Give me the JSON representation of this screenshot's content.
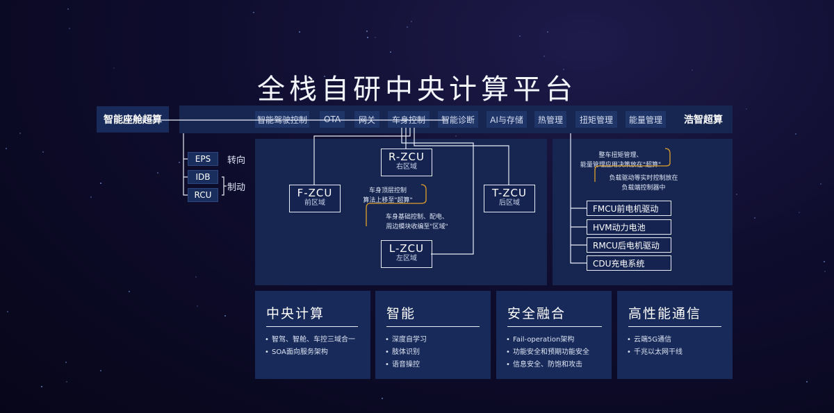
{
  "title": "全栈自研中央计算平台",
  "left_label": "智能座舱超算",
  "right_label": "浩智超算",
  "tabs": [
    "智能驾驶控制",
    "OTA",
    "网关",
    "车身控制",
    "智能诊断",
    "AI与存储",
    "热管理",
    "扭矩管理",
    "能量管理"
  ],
  "chassis": {
    "items": [
      "EPS",
      "IDB",
      "RCU"
    ],
    "steering": "转向",
    "braking": "制动"
  },
  "zcu": {
    "front": {
      "name": "F-ZCU",
      "sub": "前区域"
    },
    "right": {
      "name": "R-ZCU",
      "sub": "右区域"
    },
    "left": {
      "name": "L-ZCU",
      "sub": "左区域"
    },
    "rear": {
      "name": "T-ZCU",
      "sub": "后区域"
    }
  },
  "notes": {
    "body_top_1": "车身顶层控制",
    "body_top_2": "算法上移至\"超算\"",
    "body_base_1": "车身基础控制、配电、",
    "body_base_2": "周边模块收编至\"区域\"",
    "energy_1": "整车扭矩管理、",
    "energy_2": "能量管理应用决策放在\"超算\"",
    "load_1": "负载驱动等实时控制放在",
    "load_2": "负载端控制器中"
  },
  "powertrain": [
    "FMCU前电机驱动",
    "HVM动力电池",
    "RMCU后电机驱动",
    "CDU充电系统"
  ],
  "cards": [
    {
      "title": "中央计算",
      "items": [
        "智驾、智舱、车控三域合一",
        "SOA面向服务架构"
      ]
    },
    {
      "title": "智能",
      "items": [
        "深度自学习",
        "肢体识别",
        "语音操控"
      ]
    },
    {
      "title": "安全融合",
      "items": [
        "Fail-operation架构",
        "功能安全和预期功能安全",
        "信息安全、防饱和攻击"
      ]
    },
    {
      "title": "高性能通信",
      "items": [
        "云端5G通信",
        "千兆以太网干线"
      ]
    }
  ],
  "bullet": "•",
  "colors": {
    "accent": "#e0a12a",
    "panel": "#162651",
    "line": "#e9eef8"
  }
}
